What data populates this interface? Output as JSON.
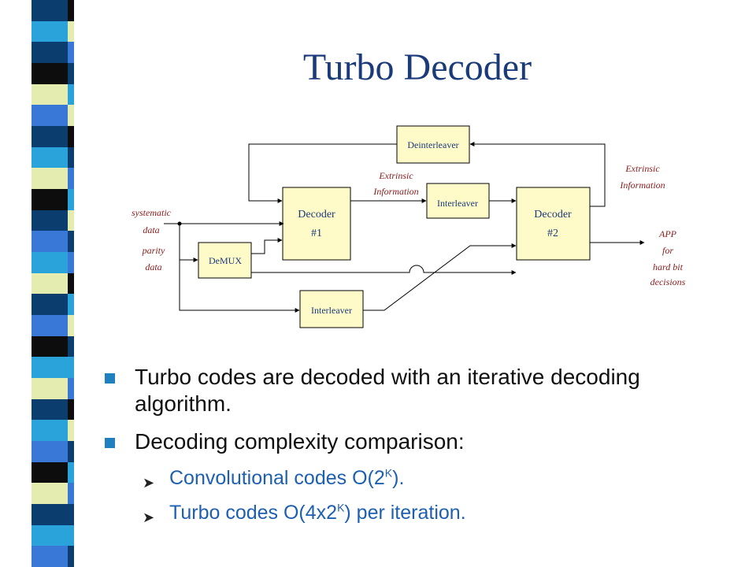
{
  "title": "Turbo Decoder",
  "stripe_colors": [
    "#0b3d6e",
    "#29a3d9",
    "#0b3d6e",
    "#0d0d0d",
    "#e5ecb0",
    "#3a78d8",
    "#0b3d6e",
    "#29a3d9",
    "#e5ecb0",
    "#0d0d0d",
    "#0b3d6e",
    "#3a78d8",
    "#29a3d9",
    "#e5ecb0",
    "#0b3d6e",
    "#3a78d8",
    "#0d0d0d",
    "#29a3d9",
    "#e5ecb0",
    "#0b3d6e",
    "#29a3d9",
    "#3a78d8",
    "#0d0d0d",
    "#e5ecb0",
    "#0b3d6e",
    "#29a3d9",
    "#3a78d8"
  ],
  "accent_color": "#1f7fbf",
  "diagram": {
    "blocks": {
      "deinterleaver": "Deinterleaver",
      "interleaver_top": "Interleaver",
      "decoder1_line1": "Decoder",
      "decoder1_line2": "#1",
      "decoder2_line1": "Decoder",
      "decoder2_line2": "#2",
      "demux": "DeMUX",
      "interleaver_bottom": "Interleaver"
    },
    "labels": {
      "systematic_1": "systematic",
      "systematic_2": "data",
      "parity_1": "parity",
      "parity_2": "data",
      "extrinsic_mid_1": "Extrinsic",
      "extrinsic_mid_2": "Information",
      "extrinsic_right_1": "Extrinsic",
      "extrinsic_right_2": "Information",
      "app_1": "APP",
      "app_2": "for",
      "app_3": "hard bit",
      "app_4": "decisions"
    }
  },
  "bullets": {
    "item1": "Turbo codes are decoded with an iterative decoding algorithm.",
    "item2": "Decoding complexity comparison:",
    "sub1_pre": "Convolutional codes O(2",
    "sub1_sup": "K",
    "sub1_post": ").",
    "sub2_pre": "Turbo codes O(4x2",
    "sub2_sup": "K",
    "sub2_post": ") per iteration."
  }
}
